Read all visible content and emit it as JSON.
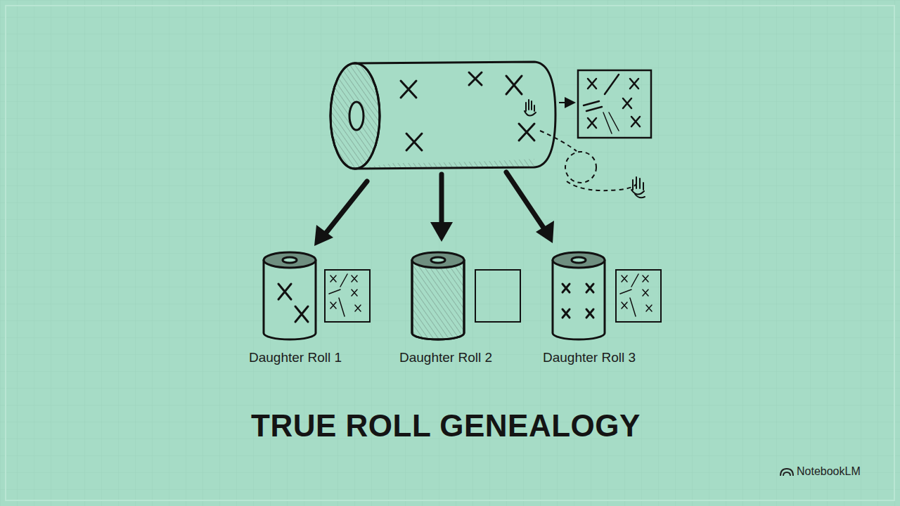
{
  "diagram": {
    "title": "TRUE ROLL GENEALOGY",
    "labels": [
      "Daughter Roll 1",
      "Daughter Roll 2",
      "Daughter Roll 3",
      "NotebookLM"
    ]
  }
}
